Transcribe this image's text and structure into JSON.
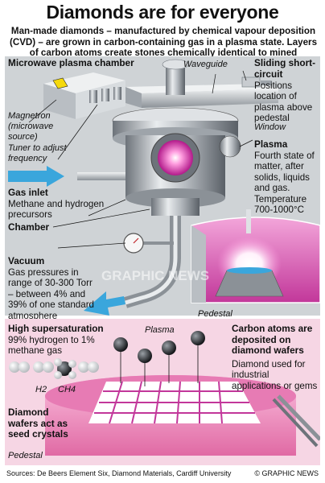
{
  "title": "Diamonds are for everyone",
  "subtitle": "Man-made diamonds – manufactured by chemical vapour deposition (CVD) – are grown in carbon-containing gas in a plasma state. Layers of carbon atoms create stones chemically identical to mined diamonds",
  "top_labels": {
    "microwave": "Microwave plasma chamber",
    "waveguide": "Waveguide",
    "sliding_title": "Sliding short-circuit",
    "sliding_desc": "Positions location of plasma above pedestal",
    "magnetron": "Magnetron (microwave source)",
    "tuner": "Tuner to adjust frequency",
    "window": "Window",
    "plasma_title": "Plasma",
    "plasma_desc": "Fourth state of matter, after solids, liquids and gas. Temperature 700-1000°C",
    "gas_inlet_title": "Gas inlet",
    "gas_inlet_desc": "Methane and hydrogen precursors",
    "chamber": "Chamber",
    "vacuum_title": "Vacuum",
    "vacuum_desc": "Gas pressures in range of 30-300 Torr – between 4% and 39% of one standard atmosphere",
    "pedestal_top": "Pedestal"
  },
  "bottom_labels": {
    "supersat_title": "High supersaturation",
    "supersat_desc": "99% hydrogen to 1% methane gas",
    "plasma": "Plasma",
    "carbon_title": "Carbon atoms are deposited on diamond wafers",
    "carbon_desc": "Diamond used for industrial applications or gems",
    "h2": "H2",
    "ch4": "CH4",
    "wafers": "Diamond wafers act as seed crystals",
    "pedestal": "Pedestal"
  },
  "watermark": "GRAPHIC NEWS",
  "source": "Sources: De Beers Element Six, Diamond Materials, Cardiff University",
  "credit": "© GRAPHIC NEWS",
  "colors": {
    "accent_blue": "#3aa6dc",
    "plasma_pink": "#d63aa6",
    "panel_grey": "#cfd3d6",
    "panel_pink": "#f6d6e4"
  }
}
